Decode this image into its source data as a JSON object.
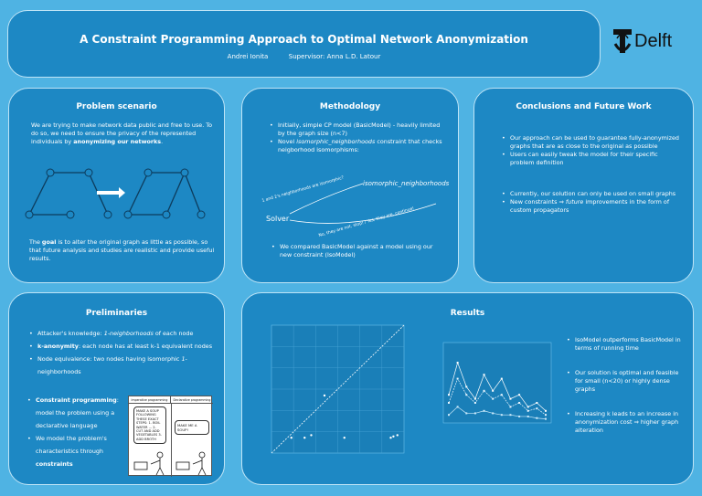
{
  "header": {
    "title": "A Constraint Programming Approach to Optimal Network Anonymization",
    "author": "Andrei Ionita",
    "supervisor": "Supervisor: Anna L.D. Latour",
    "logo_text": "Delft"
  },
  "problem": {
    "title": "Problem scenario",
    "intro_plain": "We are trying to make network data public and free to use. To do so, we need to ensure the privacy of the represented individuals by ",
    "intro_bold": "anonymizing our networks",
    "intro_end": ".",
    "goal_bold": "goal",
    "goal_pre": "The ",
    "goal_rest": " is to alter the original graph as little as possible, so that future analysis and studies are realistic and provide useful results."
  },
  "methodology": {
    "title": "Methodology",
    "item1": "Initially, simple CP model (BasicModel) - heavily limited by the graph size (n<7)",
    "item2_pre": "Novel ",
    "item2_italic": "isomorphic_neighborhoods",
    "item2_post": " constraint that checks neigborhood isomorphisms:",
    "diagram_node": "isomorphic_neighborhoods",
    "diagram_solver": "Solver",
    "diagram_arrow_up": "1 and 2's neighborhoods are isomorphic?",
    "diagram_arrow_down": "No, they are not, stop! / Yes, they are, continue!",
    "item3": "We compared BasicModel against a model using our new constraint (IsoModel)"
  },
  "conclusions": {
    "title": "Conclusions and Future Work",
    "item1": "Our approach can be used to guarantee fully-anonymized graphs that are as close to the original as possible",
    "item2": "Users can easily tweak the model for their specific problem definition",
    "item3": "Currently, our solution can only be used on small graphs",
    "item4_pre": " New constraints ⇒ ",
    "item4_italic": "future",
    "item4_post": " improvements in the form of custom propagators"
  },
  "preliminaries": {
    "title": "Preliminaries",
    "item1_pre": "Attacker's knowledge: ",
    "item1_italic": "1-neighborhoods",
    "item1_post": " of each node",
    "item2_bold": "k-anonymity",
    "item2_post": ": each node has at least k-1 equivalent nodes",
    "item3_pre": "Node equivalence: two nodes having isomorphic ",
    "item3_italic": "1-",
    "item3_post": " neighborhoods",
    "item4_bold": "Constraint programming",
    "item4_post": ": model the problem using a declarative language",
    "item5_pre": "We model the problem's characteristics through ",
    "item5_bold": "constraints",
    "comic_left_header": "Imperative programming",
    "comic_right_header": "Declarative programming",
    "comic_left_text": "MAKE A SOUP FOLLOWING THESE EXACT STEPS: 1. BOIL WATER ... 2. CUT AND ADD VEGETABLES 3. ADD BROTH",
    "comic_right_text": "MAKE ME A SOUP!"
  },
  "results": {
    "title": "Results",
    "item1": "IsoModel outperforms BasicModel in terms of running time",
    "item2": "Our solution is optimal and feasible for small (n<20) or highly dense graphs",
    "item3": "Increasing k leads to an increase in anonymization cost ⇒ higher graph alteration"
  },
  "chart_data": [
    {
      "type": "scatter",
      "x": [
        0.15,
        0.25,
        0.3,
        0.4,
        0.55,
        0.9,
        0.92,
        0.95
      ],
      "y": [
        0.12,
        0.12,
        0.14,
        0.45,
        0.12,
        0.12,
        0.13,
        0.14
      ],
      "xlim": [
        0,
        1
      ],
      "ylim": [
        0,
        1
      ]
    },
    {
      "type": "line",
      "x": [
        1,
        2,
        3,
        4,
        5,
        6,
        7,
        8,
        9,
        10,
        11,
        12
      ],
      "series": [
        {
          "values": [
            0.35,
            0.75,
            0.45,
            0.3,
            0.6,
            0.4,
            0.55,
            0.3,
            0.35,
            0.2,
            0.25,
            0.15
          ]
        },
        {
          "values": [
            0.25,
            0.55,
            0.35,
            0.25,
            0.4,
            0.3,
            0.35,
            0.2,
            0.25,
            0.15,
            0.18,
            0.1
          ]
        },
        {
          "values": [
            0.1,
            0.2,
            0.12,
            0.12,
            0.15,
            0.12,
            0.1,
            0.1,
            0.08,
            0.08,
            0.06,
            0.05
          ]
        }
      ],
      "colors": [
        "#ffffff",
        "#e9f6ff",
        "#cdebfb"
      ],
      "ylim": [
        0,
        1
      ]
    }
  ],
  "colors": {
    "background": "#4fb3e3",
    "panel": "#1d88c4",
    "border": "#bfe4f6"
  }
}
